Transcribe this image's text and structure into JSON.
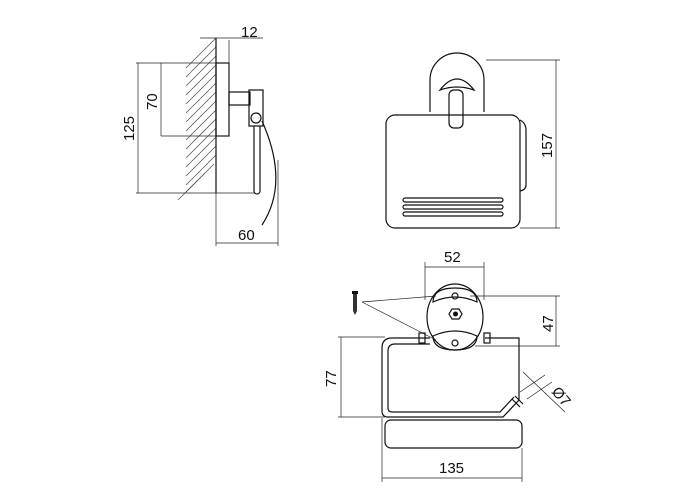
{
  "drawing": {
    "side_view": {
      "dim_depth_top": "12",
      "dim_plate_height": "70",
      "dim_total_height": "125",
      "dim_depth": "60"
    },
    "front_view": {
      "dim_height": "157"
    },
    "bottom_view": {
      "dim_plate_width": "52",
      "dim_plate_height": "47",
      "dim_ring_height": "77",
      "dim_width": "135",
      "dim_rod_diameter": "Ø7"
    }
  }
}
